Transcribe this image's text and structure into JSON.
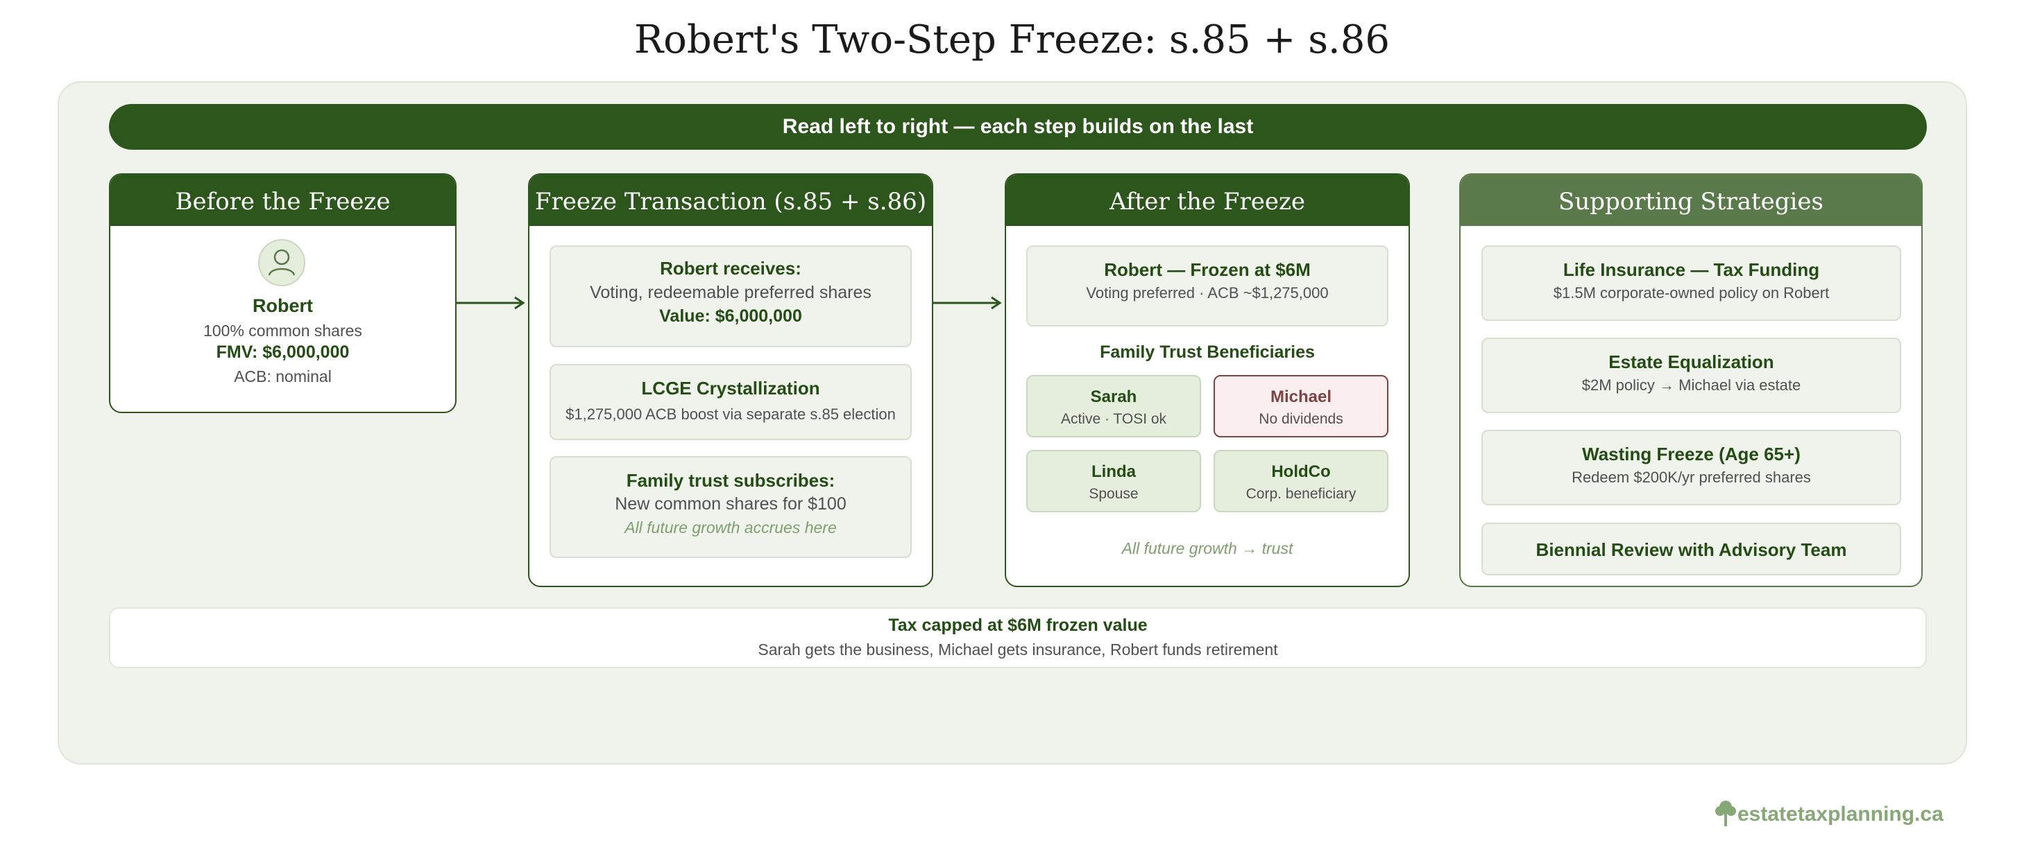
{
  "title": "Robert's Two-Step Freeze: s.85 + s.86",
  "banner": "Read left to right — each step builds on the last",
  "before": {
    "header": "Before the Freeze",
    "name": "Robert",
    "shares": "100% common shares",
    "fmv": "FMV: $6,000,000",
    "acb": "ACB: nominal",
    "icon": "person-icon"
  },
  "transaction": {
    "header": "Freeze Transaction (s.85 + s.86)",
    "boxes": [
      {
        "title": "Robert receives:",
        "line1": "Voting, redeemable preferred shares",
        "line2": "Value: $6,000,000"
      },
      {
        "title": "LCGE Crystallization",
        "line1": "$1,275,000 ACB boost via separate s.85 election"
      },
      {
        "title": "Family trust subscribes:",
        "line1": "New common shares for $100",
        "line2": "All future growth accrues here"
      }
    ]
  },
  "after": {
    "header": "After the Freeze",
    "robert_title": "Robert — Frozen at $6M",
    "robert_detail": "Voting preferred · ACB ~$1,275,000",
    "beneficiaries_heading": "Family Trust Beneficiaries",
    "beneficiaries": [
      {
        "name": "Sarah",
        "note": "Active · TOSI ok"
      },
      {
        "name": "Michael",
        "note": "No dividends"
      },
      {
        "name": "Linda",
        "note": "Spouse"
      },
      {
        "name": "HoldCo",
        "note": "Corp. beneficiary"
      }
    ],
    "footer": "All future growth → trust"
  },
  "strategies": {
    "header": "Supporting Strategies",
    "items": [
      {
        "title": "Life Insurance — Tax Funding",
        "detail": "$1.5M corporate-owned policy on Robert"
      },
      {
        "title": "Estate Equalization",
        "detail": "$2M policy → Michael via estate"
      },
      {
        "title": "Wasting Freeze (Age 65+)",
        "detail": "Redeem $200K/yr preferred shares"
      },
      {
        "title": "Biennial Review with Advisory Team"
      }
    ]
  },
  "summary": {
    "title": "Tax capped at $6M frozen value",
    "detail": "Sarah gets the business, Michael gets insurance, Robert funds retirement"
  },
  "logo": {
    "text": "estatetaxplanning.ca",
    "icon": "tree-icon"
  },
  "colors": {
    "dark_green": "#2c561b",
    "muted_green": "#5b7a4b",
    "panel_bg": "#f0f3ec",
    "warning_red": "#7e4343"
  }
}
